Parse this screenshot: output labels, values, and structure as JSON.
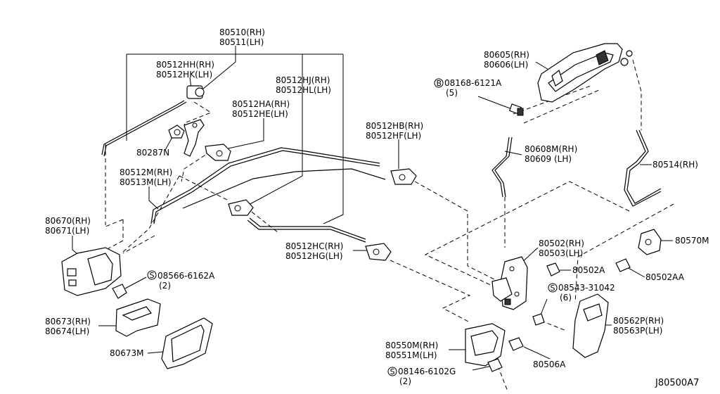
{
  "diagram_code": "J80500A7",
  "labels": {
    "p80510": [
      "80510(RH)",
      "80511(LH)"
    ],
    "p80512HH": [
      "80512HH(RH)",
      "80512HK(LH)"
    ],
    "p80512HJ": [
      "80512HJ(RH)",
      "80512HL(LH)"
    ],
    "p80512HA": [
      "80512HA(RH)",
      "80512HE(LH)"
    ],
    "p80287N": [
      "80287N"
    ],
    "p80512M": [
      "80512M(RH)",
      "80513M(LH)"
    ],
    "p80512HB": [
      "80512HB(RH)",
      "80512HF(LH)"
    ],
    "p80670": [
      "80670(RH)",
      "80671(LH)"
    ],
    "p80566": [
      "08566-6162A",
      "(2)"
    ],
    "p80673": [
      "80673(RH)",
      "80674(LH)"
    ],
    "p80673M": [
      "80673M"
    ],
    "p80512HC": [
      "80512HC(RH)",
      "80512HG(LH)"
    ],
    "p80605": [
      "80605(RH)",
      "80606(LH)"
    ],
    "p08168": [
      "08168-6121A",
      "(5)"
    ],
    "p80608M": [
      "80608M(RH)",
      "80609 (LH)"
    ],
    "p80514": [
      "80514(RH)"
    ],
    "p80502": [
      "80502(RH)",
      "80503(LH)"
    ],
    "p80502A": [
      "80502A"
    ],
    "p80570M": [
      "80570M"
    ],
    "p80502AA": [
      "80502AA"
    ],
    "p08543": [
      "08543-31042",
      "(6)"
    ],
    "p80562P": [
      "80562P(RH)",
      "80563P(LH)"
    ],
    "p80550M": [
      "80550M(RH)",
      "80551M(LH)"
    ],
    "p80506A": [
      "80506A"
    ],
    "p08146": [
      "08146-6102G",
      "(2)"
    ]
  },
  "circle_marks": {
    "p80566": "S",
    "p08168": "B",
    "p08543": "S",
    "p08146": "S"
  }
}
